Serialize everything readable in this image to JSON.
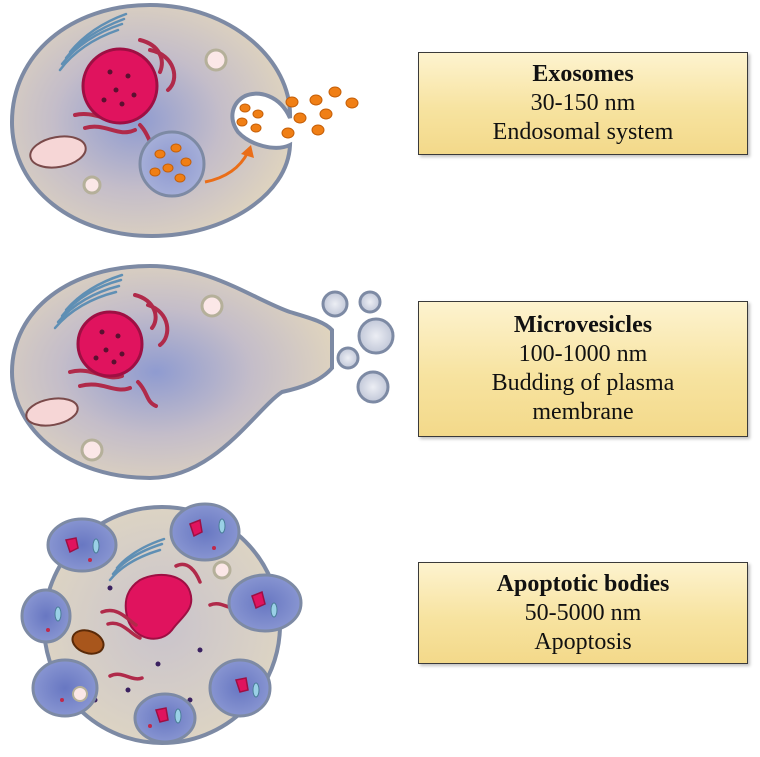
{
  "panels": [
    {
      "title": "Exosomes",
      "size": "30-150 nm",
      "origin": "Endosomal system"
    },
    {
      "title": "Microvesicles",
      "size": "100-1000 nm",
      "origin_line1": "Budding of plasma",
      "origin_line2": "membrane"
    },
    {
      "title": "Apoptotic bodies",
      "size": "50-5000 nm",
      "origin": "Apoptosis"
    }
  ],
  "colors": {
    "cell_fill": "#ddd2c0",
    "cell_outline": "#7d8aa4",
    "nucleus": "#e0135e",
    "exosome": "#f07f15",
    "label_box": "#f7e3a0"
  }
}
